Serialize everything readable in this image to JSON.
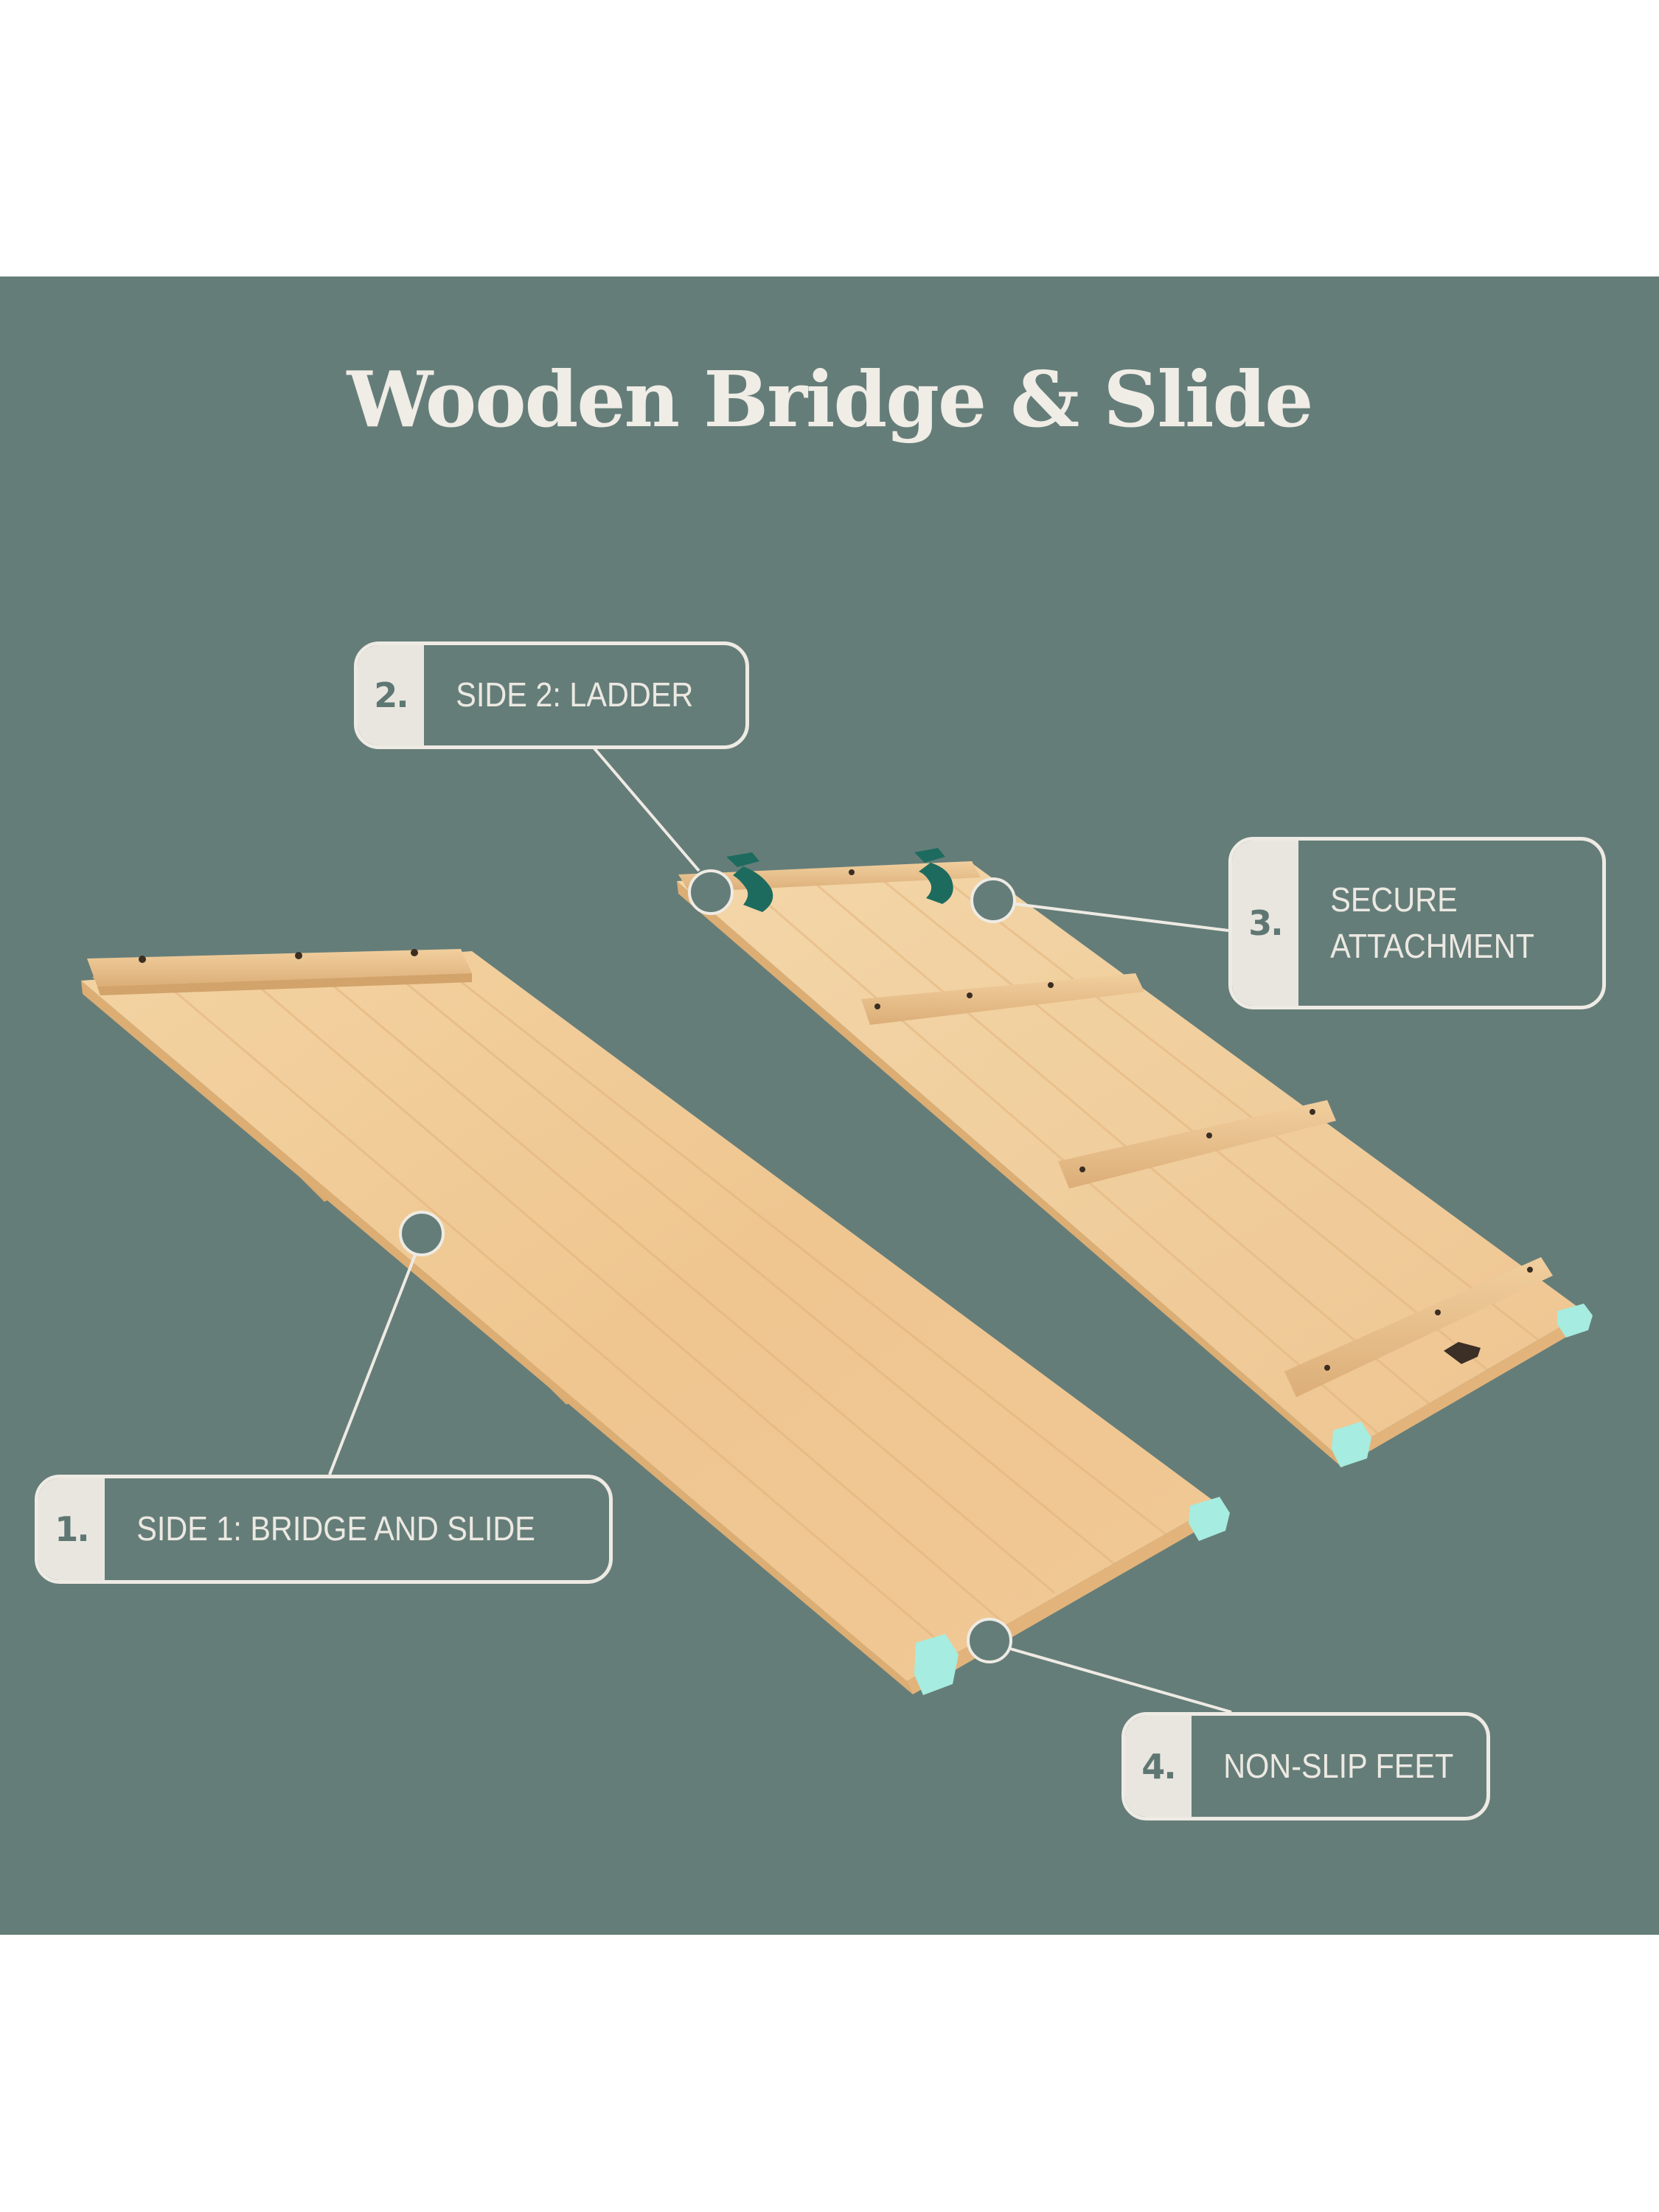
{
  "title": "Wooden Bridge & Slide",
  "colors": {
    "background_panel": "#657d79",
    "page_margin": "#ffffff",
    "title_text": "#f0ede6",
    "callout_border": "#eeebe4",
    "callout_badge_fill": "#e9e6e0",
    "callout_badge_text": "#5f7773",
    "wood_light": "#f2cf9c",
    "wood_mid": "#e8bd86",
    "wood_edge": "#d9a970",
    "non_slip_feet": "#a6ece0",
    "strap_green": "#1d6b5e"
  },
  "callouts": [
    {
      "number": "1.",
      "label": "SIDE 1: BRIDGE AND SLIDE",
      "target": "left-board-surface"
    },
    {
      "number": "2.",
      "label": "SIDE 2: LADDER",
      "target": "ladder-top-left-corner"
    },
    {
      "number": "3.",
      "label": "SECURE\nATTACHMENT",
      "target": "ladder-straps"
    },
    {
      "number": "4.",
      "label": "NON-SLIP FEET",
      "target": "left-board-foot"
    }
  ],
  "icons": {
    "callout_marker": "ring-marker-icon",
    "brand_stamp": "brand-logo-icon"
  }
}
